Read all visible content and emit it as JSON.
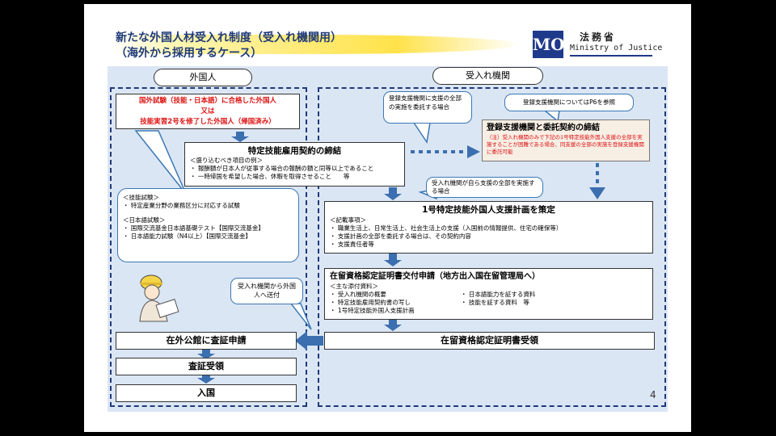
{
  "header": {
    "title_line1": "新たな外国人材受入れ制度（受入れ機関用）",
    "title_line2": "（海外から採用するケース）",
    "logo_text": "MOJ",
    "ministry_jp": "法務省",
    "ministry_en": "Ministry of Justice"
  },
  "columns": {
    "left_label": "外国人",
    "right_label": "受入れ機関"
  },
  "left": {
    "qualified_line1": "国外試験（技能・日本語）に合格した外国人",
    "qualified_line2": "又は",
    "qualified_line3": "技能実習2号を修了した外国人（帰国済み）",
    "tests_skill_header": "＜技能試験＞",
    "tests_skill_item": "・ 特定産業分野の業務区分に対応する試験",
    "tests_jp_header": "＜日本語試験＞",
    "tests_jp_item1": "・ 国際交流基金日本語基礎テスト【国際交流基金】",
    "tests_jp_item2": "・ 日本語能力試験（N4以上）【国際交流基金】",
    "send_callout": "受入れ機関から外国人へ送付",
    "visa_apply": "在外公館に査証申請",
    "visa_receive": "査証受領",
    "entry": "入国"
  },
  "contract": {
    "title": "特定技能雇用契約の締結",
    "sub": "＜盛り込むべき項目の例＞",
    "item1": "・ 報酬額が日本人が従事する場合の報酬の額と同等以上であること",
    "item2": "・ 一時帰国を希望した場合、休暇を取得させること　　等"
  },
  "right": {
    "callout_delegate": "登録支援機関に支援の全部の実施を委託する場合",
    "callout_ref": "登録支援機関についてはP6を参照",
    "reg_title": "登録支援機関と委託契約の締結",
    "reg_note": "（注）受入れ機関のみで下記の1号特定技能外国人支援の全部を実施することが困難である場合、同支援の全部の実施を登録支援機関に委託可能",
    "callout_self": "受入れ機関が自ら支援の全部を実施する場合",
    "plan_title": "1号特定技能外国人支援計画を策定",
    "plan_sub": "＜記載事項＞",
    "plan_item1": "・ 職業生活上、日常生活上、社会生活上の支援（入国前の情報提供、住宅の確保等）",
    "plan_item2": "・ 支援計画の全部を委託する場合は、その契約内容",
    "plan_item3": "・ 支援責任者等",
    "coe_title": "在留資格認定証明書交付申請（地方出入国在留管理局へ）",
    "coe_sub": "＜主な添付資料＞",
    "coe_l1": "・ 受入れ機関の概要",
    "coe_l2": "・ 特定技能雇用契約書の写し",
    "coe_l3": "・ 1号特定技能外国人支援計画",
    "coe_r1": "・ 日本語能力を証する資料",
    "coe_r2": "・ 技能を証する資料　等",
    "coe_receive": "在留資格認定証明書受領"
  },
  "page_number": "4",
  "colors": {
    "accent": "#1f3a7a",
    "arrow": "#3b6fb0",
    "bg": "#dbe6f4",
    "red": "#dd1111",
    "callout_border": "#3b78b5",
    "reg_fill": "#f7eee4"
  }
}
